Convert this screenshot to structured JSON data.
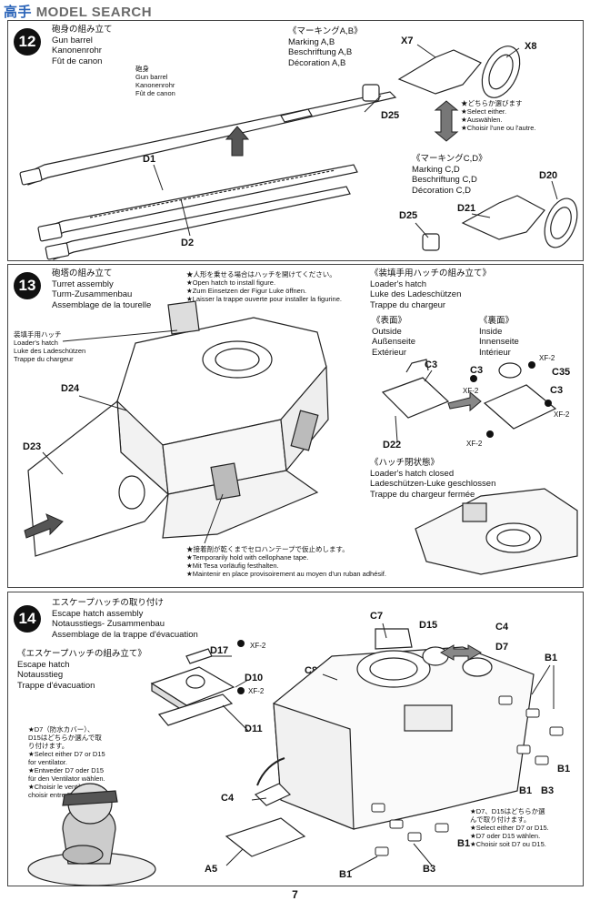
{
  "watermark": {
    "cn": "高手",
    "en": "MODEL SEARCH"
  },
  "page_number": "7",
  "step12": {
    "number": "12",
    "title": [
      "砲身の組み立て",
      "Gun barrel",
      "Kanonenrohr",
      "Fût de canon"
    ],
    "barrel_label": [
      "砲身",
      "Gun barrel",
      "Kanonenrohr",
      "Fût de canon"
    ],
    "marking_ab": [
      "《マーキングA,B》",
      "Marking A,B",
      "Beschriftung A,B",
      "Décoration A,B"
    ],
    "marking_cd": [
      "《マーキングC,D》",
      "Marking C,D",
      "Beschriftung C,D",
      "Décoration C,D"
    ],
    "select_either": [
      "★どちらか選びます",
      "★Select either.",
      "★Auswählen.",
      "★Choisir l'une ou l'autre."
    ],
    "parts": {
      "x7": "X7",
      "x8": "X8",
      "d25a": "D25",
      "d1": "D1",
      "d2": "D2",
      "d20": "D20",
      "d21": "D21",
      "d25b": "D25"
    }
  },
  "step13": {
    "number": "13",
    "title": [
      "砲塔の組み立て",
      "Turret assembly",
      "Turm-Zusammenbau",
      "Assemblage de la tourelle"
    ],
    "figure_note": [
      "★人形を乗せる場合はハッチを開けてください。",
      "★Open hatch to install figure.",
      "★Zum Einsetzen der Figur Luke öffnen.",
      "★Laisser la trappe ouverte pour installer la figurine."
    ],
    "hatch_label": [
      "装填手用ハッチ",
      "Loader's hatch",
      "Luke des Ladeschützen",
      "Trappe du chargeur"
    ],
    "tape_note": [
      "★接着剤が乾くまでセロハンテープで仮止めします。",
      "★Temporarily hold with cellophane tape.",
      "★Mit Tesa vorläufig festhalten.",
      "★Maintenir en place provisoirement au moyen d'un ruban adhésif."
    ],
    "loader_title": [
      "《装填手用ハッチの組み立て》",
      "Loader's hatch",
      "Luke des Ladeschützen",
      "Trappe du chargeur"
    ],
    "outside": [
      "《表面》",
      "Outside",
      "Außenseite",
      "Extérieur"
    ],
    "inside": [
      "《裏面》",
      "Inside",
      "Innenseite",
      "Intérieur"
    ],
    "closed": [
      "《ハッチ閉状態》",
      "Loader's hatch closed",
      "Ladeschützen-Luke geschlossen",
      "Trappe du chargeur fermée"
    ],
    "parts": {
      "d24": "D24",
      "d23": "D23",
      "c3a": "C3",
      "d22": "D22",
      "c3b": "C3",
      "c35": "C35",
      "c3c": "C3"
    },
    "xf": "XF-2"
  },
  "step14": {
    "number": "14",
    "title": [
      "エスケープハッチの取り付け",
      "Escape hatch assembly",
      "Notausstiegs- Zusammenbau",
      "Assemblage de la trappe d'évacuation"
    ],
    "escape_title": [
      "《エスケープハッチの組み立て》",
      "Escape hatch",
      "Notausstieg",
      "Trappe d'évacuation"
    ],
    "d7_note": [
      "★D7（防水カバー）、",
      "D15はどちらか選んで取",
      "り付けます。",
      "★Select either D7 or D15",
      "for ventilator.",
      "★Entweder D7 oder D15",
      "für den Ventilator wählen.",
      "★Choisir le ventilateur,",
      "choisir entre D7 et D15."
    ],
    "d7_note2": [
      "★D7、D15はどちらか選",
      "んで取り付けます。",
      "★Select either D7 or D15.",
      "★D7 oder D15 wählen.",
      "★Choisir soit D7 ou D15."
    ],
    "parts": {
      "d17": "D17",
      "d10": "D10",
      "d11": "D11",
      "c7": "C7",
      "d15": "D15",
      "c4a": "C4",
      "d7": "D7",
      "c8": "C8",
      "b1a": "B1",
      "b1b": "B1",
      "b1c": "B1",
      "b3a": "B3",
      "c4b": "C4",
      "a5": "A5",
      "b1d": "B1",
      "b3b": "B3",
      "b1e": "B1"
    },
    "xf": "XF-2"
  }
}
